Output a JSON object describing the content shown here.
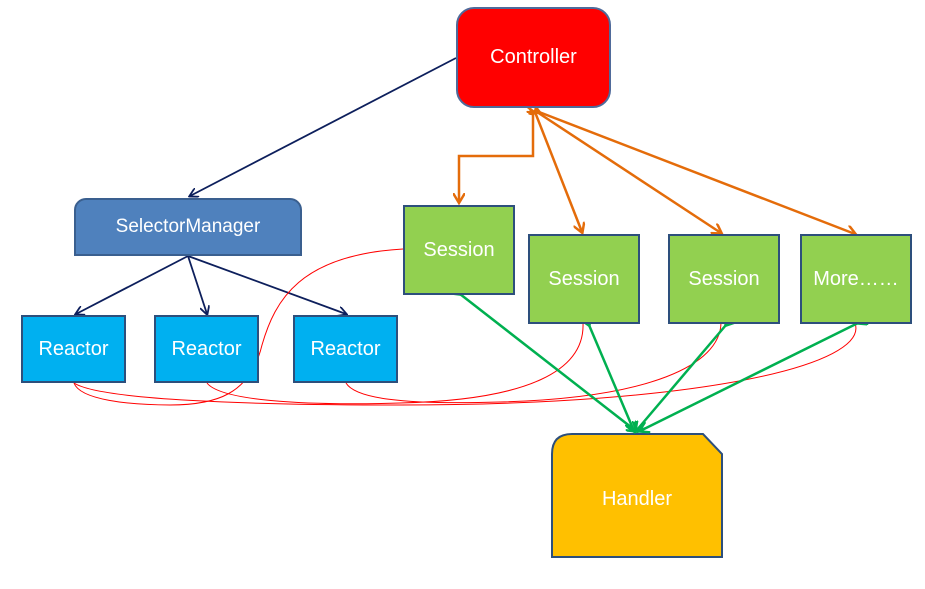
{
  "nodes": {
    "controller": "Controller",
    "selector_manager": "SelectorManager",
    "reactors": [
      "Reactor",
      "Reactor",
      "Reactor"
    ],
    "sessions": [
      "Session",
      "Session",
      "Session",
      "More……"
    ],
    "handler": "Handler"
  },
  "colors": {
    "controller": "#ff0000",
    "selector_manager": "#4f81bd",
    "reactor": "#00b0f0",
    "session": "#92d050",
    "handler": "#ffc000",
    "navy_arrow": "#0d1f5c",
    "orange_arrow": "#e46c0a",
    "green_arrow": "#00b050",
    "red_curve": "#ff0000"
  }
}
